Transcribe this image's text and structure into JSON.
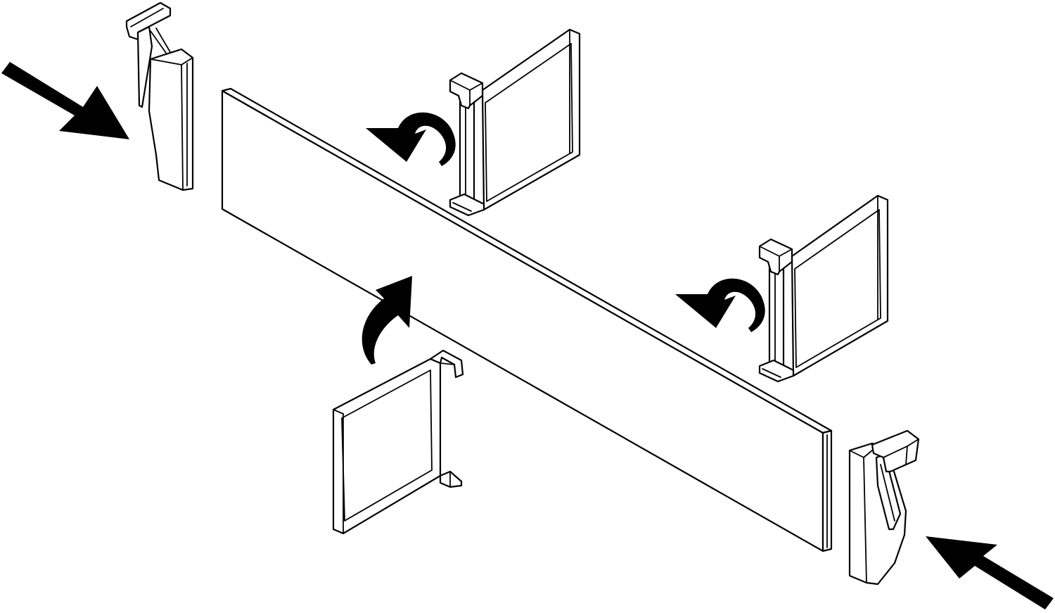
{
  "diagram": {
    "kind": "exploded assembly drawing",
    "background": "#ffffff",
    "line_color": "#000000",
    "parts": [
      "panel",
      "end-clip-left",
      "end-clip-right",
      "divider-top-center",
      "divider-right",
      "divider-bottom"
    ],
    "arrows": [
      "straight-arrow-left",
      "straight-arrow-right",
      "rotate-arrow-top",
      "rotate-arrow-right",
      "curved-arrow-bottom"
    ]
  }
}
